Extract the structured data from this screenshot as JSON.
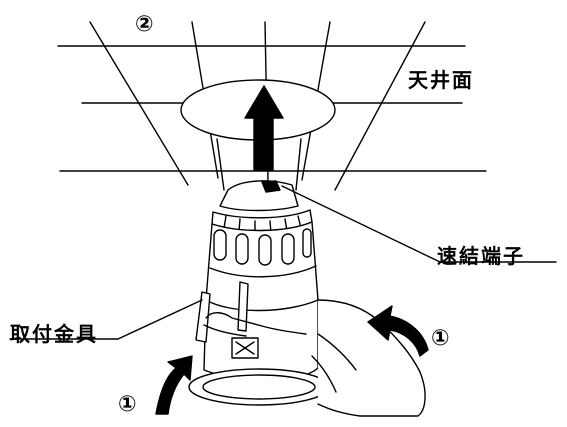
{
  "labels": {
    "step2": "②",
    "ceiling_surface": "天井面",
    "quick_connector": "速結端子",
    "mounting_bracket": "取付金具",
    "step1_right": "①",
    "step1_left": "①"
  },
  "colors": {
    "ink": "#000000",
    "paper": "#ffffff"
  },
  "icons": {
    "up_arrow": "up-arrow-icon",
    "rotate_arrow_right": "curved-arrow-icon",
    "rotate_arrow_left": "curved-arrow-icon"
  }
}
